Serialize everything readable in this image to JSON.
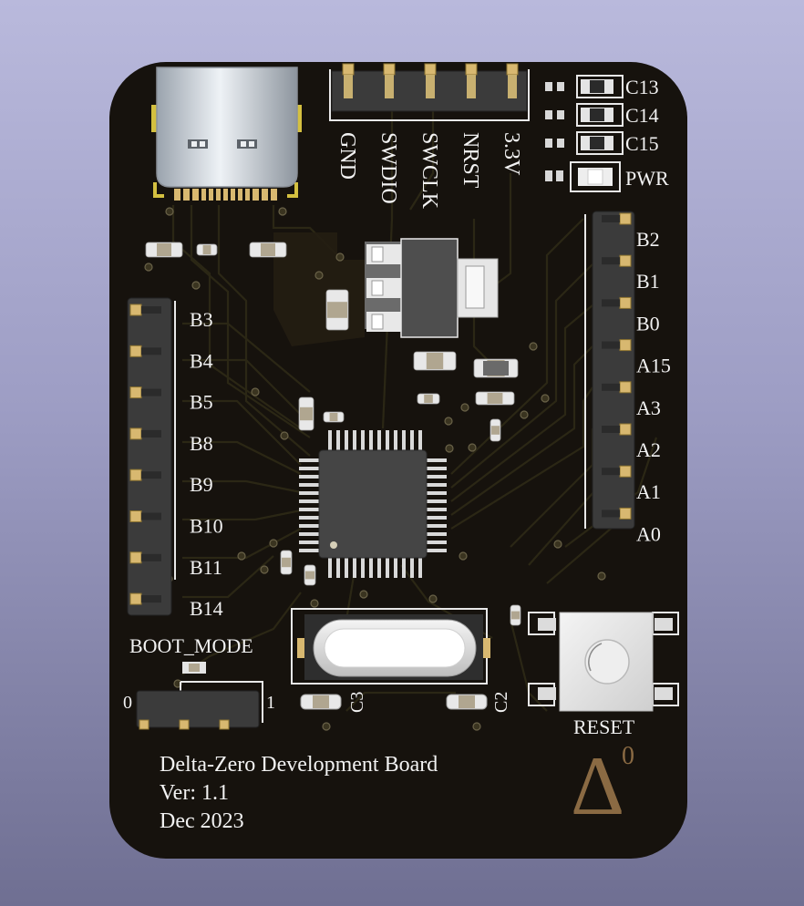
{
  "board": {
    "name": "Delta-Zero Development Board",
    "version": "Ver: 1.1",
    "date": "Dec 2023",
    "logo_symbol": "Δ",
    "logo_superscript": "0"
  },
  "swd_header_labels": [
    "GND",
    "SWDIO",
    "SWCLK",
    "NRST",
    "3.3V"
  ],
  "led_labels": [
    "C13",
    "C14",
    "C15"
  ],
  "power_led_label": "PWR",
  "left_header_labels": [
    "B3",
    "B4",
    "B5",
    "B8",
    "B9",
    "B10",
    "B11",
    "B14"
  ],
  "right_header_labels": [
    "B2",
    "B1",
    "B0",
    "A15",
    "A3",
    "A2",
    "A1",
    "A0"
  ],
  "boot": {
    "title": "BOOT_MODE",
    "left": "0",
    "right": "1"
  },
  "crystal_caps": [
    "C3",
    "C2"
  ],
  "reset_label": "RESET",
  "colors": {
    "board": "#16120d",
    "silkscreen": "#f2f2f2",
    "logo": "#8a6a43",
    "pad_gold": "#d8b870",
    "background_top": "#b9b9dc",
    "background_bottom": "#6f6f92"
  },
  "icons": {
    "usb_c": "usb-c-connector-icon",
    "mcu": "microcontroller-chip-icon",
    "regulator": "voltage-regulator-icon",
    "crystal": "crystal-oscillator-icon",
    "reset_button": "tactile-switch-icon"
  }
}
